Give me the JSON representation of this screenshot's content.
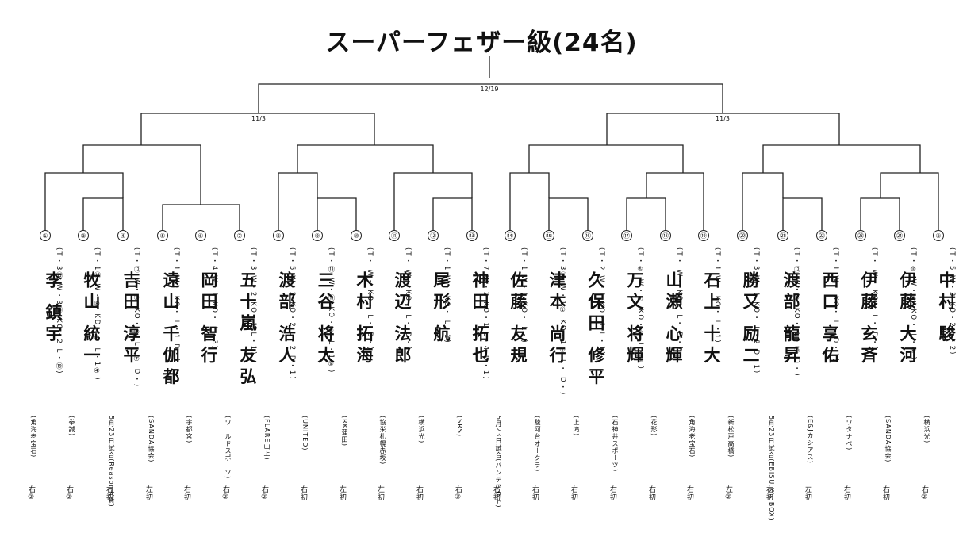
{
  "title": "スーパーフェザー級(24名)",
  "dates": {
    "final": "12/19",
    "semi_left": "11/3",
    "semi_right": "11/3"
  },
  "entries": [
    {
      "seed": "①",
      "name": "李 鎮宇",
      "record": "(T・3⑬ W・3⑮ KO・2 L・⑲)",
      "gym": "(角海老宝石)",
      "stance": "右②"
    },
    {
      "seed": "③",
      "name": "牧山 統一",
      "record": "(T・1⑯ W・⑧ KD・③ L・1④)",
      "gym": "(拳誠)",
      "stance": "右②"
    },
    {
      "seed": "④",
      "name": "吉田 淳平",
      "record": "(T・⑫ W・⑨ KO・⑤ L・⑦ D・)",
      "gym": "5月23日試合(Reason大貴)",
      "stance": "右初"
    },
    {
      "seed": "⑤",
      "name": "遠山 千伽都",
      "record": "(T・1 W・ KO・ L・1 D・)",
      "gym": "(SANDA協会)",
      "stance": "左初"
    },
    {
      "seed": "⑥",
      "name": "岡田 智行",
      "record": "(T・4 W・1 KO・ L・3)",
      "gym": "(宇都宮)",
      "stance": "右初"
    },
    {
      "seed": "⑦",
      "name": "五十嵐 友弘",
      "record": "(T・3 W・2 KO・1 L・1)",
      "gym": "(ワールドスポーツ)",
      "stance": "右②"
    },
    {
      "seed": "⑧",
      "name": "渡部 浩人",
      "record": "(T・5 W・2 KO・2 L・2 D・1)",
      "gym": "(FLARE山上)",
      "stance": "右②"
    },
    {
      "seed": "⑨",
      "name": "三谷 将太",
      "record": "(T・⑬ W・⑪ KO・⑦ L・1⑨)",
      "gym": "(UNITED)",
      "stance": "右初"
    },
    {
      "seed": "⑩",
      "name": "木村 拓海",
      "record": "(T・ W・ KO・ L・ D・)",
      "gym": "(RK蒲田)",
      "stance": "左初"
    },
    {
      "seed": "⑪",
      "name": "渡辺 法郎",
      "record": "(T・ W・ KO・ L・ D・)",
      "gym": "(協栄札幌赤坂)",
      "stance": "左初"
    },
    {
      "seed": "⑫",
      "name": "尾形 航",
      "record": "(T・1 W・ KO・ L・1)",
      "gym": "(横浜光)",
      "stance": "右初"
    },
    {
      "seed": "⑬",
      "name": "神田 拓也",
      "record": "(T・7 W・2 KO・1 L・4 D・1)",
      "gym": "(SRS)",
      "stance": "右③"
    },
    {
      "seed": "⑭",
      "name": "佐藤 友規",
      "record": "(T・1 W・1 KO・ L・)",
      "gym": "5月23日試合(バンデアウト)",
      "stance": "右初"
    },
    {
      "seed": "⑮",
      "name": "津本 尚行",
      "record": "(T・3⑪ W・1① KO・1① L・ D・)",
      "gym": "(駿河台オークラ)",
      "stance": "右初"
    },
    {
      "seed": "⑯",
      "name": "久保田 修平",
      "record": "(T・2 W・1 KO・1 L・1)",
      "gym": "(上滝)",
      "stance": "右初"
    },
    {
      "seed": "⑰",
      "name": "万文 将輝",
      "record": "(T・⑥ W・⑦ KO・⑤ L・⑤)",
      "gym": "(石神井スポーツ)",
      "stance": "右初"
    },
    {
      "seed": "⑱",
      "name": "山瀬 心輝",
      "record": "(T・ W・ KO・ L・ D・)",
      "gym": "(花形)",
      "stance": "右初"
    },
    {
      "seed": "⑲",
      "name": "石上 十大",
      "record": "(T・1 W・ KO・ L・1)",
      "gym": "(角海老宝石)",
      "stance": "右初"
    },
    {
      "seed": "⑳",
      "name": "勝又 励二",
      "record": "(T・3 W・1 KO・ L・2 D・1)",
      "gym": "(新松戸高橋)",
      "stance": "左②"
    },
    {
      "seed": "㉑",
      "name": "渡部 龍昇",
      "record": "(T・⑫ W・⑤ KO・ L・⑮ D・)",
      "gym": "5月23日試合(EBISU K's BOX)",
      "stance": "右初"
    },
    {
      "seed": "㉒",
      "name": "西口 享佑",
      "record": "(T・1 W・ KO・ L・ D・1)",
      "gym": "(E&Jカシアス)",
      "stance": "左初"
    },
    {
      "seed": "㉓",
      "name": "伊藤 玄斉",
      "record": "(T・ W・ KO・ L・ D・)",
      "gym": "(ワタナベ)",
      "stance": "右初"
    },
    {
      "seed": "㉔",
      "name": "伊藤 大河",
      "record": "(T・⑩ W・⑩ KO・ L・⑧)",
      "gym": "(SANDA協会)",
      "stance": "右初"
    },
    {
      "seed": "②",
      "name": "中村 駿",
      "record": "(T・5 W・3 KO・2 L・2)",
      "gym": "(横浜光)",
      "stance": "右②"
    }
  ]
}
